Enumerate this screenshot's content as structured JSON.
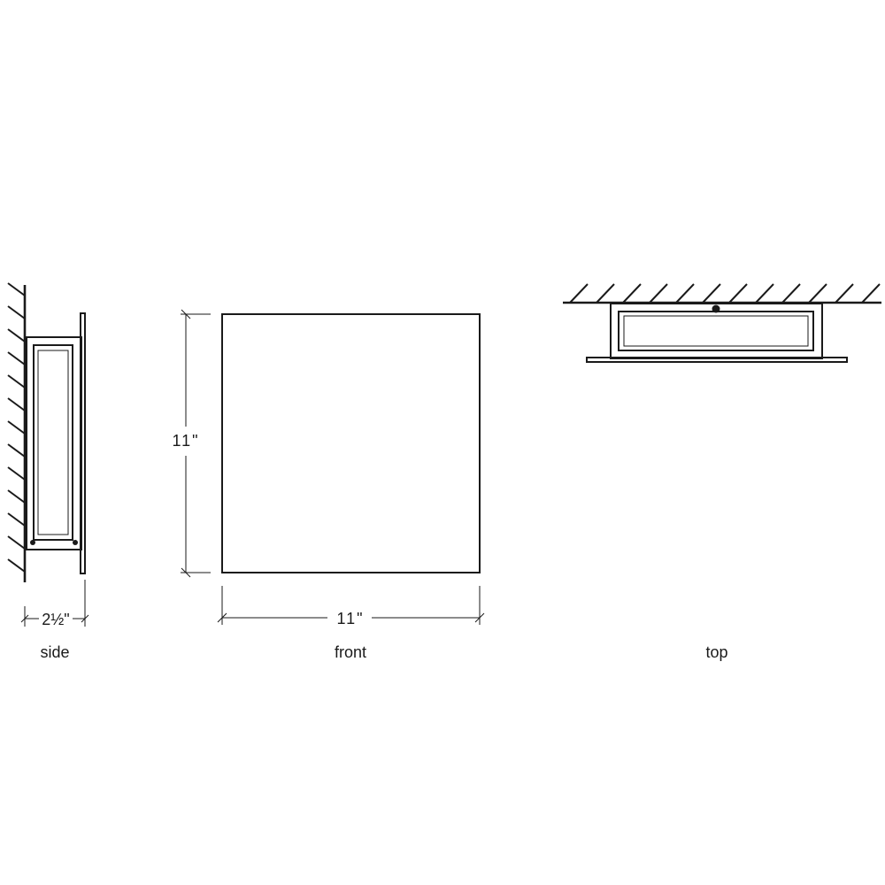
{
  "views": {
    "side": {
      "label": "side",
      "dimension": "2½\""
    },
    "front": {
      "label": "front",
      "height_dimension": "11\"",
      "width_dimension": "11\""
    },
    "top": {
      "label": "top"
    }
  }
}
